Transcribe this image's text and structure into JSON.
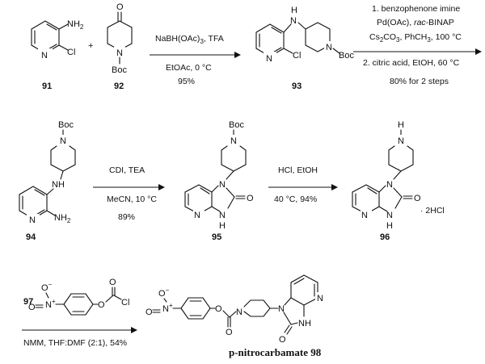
{
  "atoms": {
    "nh2": "NH",
    "two": "2",
    "n": "N",
    "cl": "Cl",
    "o": "O",
    "boc": "Boc",
    "h": "H",
    "nh": "NH",
    "no2_n": "N",
    "plus_charge": "+",
    "minus_charge": "−",
    "plus_sign": "+",
    "hcl_salt": "· 2HCl"
  },
  "compounds": {
    "c91": "91",
    "c92": "92",
    "c93": "93",
    "c94": "94",
    "c95": "95",
    "c96": "96",
    "c97": "97",
    "c98": "p-nitrocarbamate 98"
  },
  "steps": {
    "step1": {
      "reagent": "NaBH(OAc)3, TFA",
      "r_main": "NaBH(OAc)",
      "r_sub": "3",
      "r_tail": ", TFA",
      "solvent": "EtOAc, 0 °C",
      "yield": "95%"
    },
    "step2": {
      "line1": "1. benzophenone imine",
      "line2a": "Pd(OAc), ",
      "line2b": "rac",
      "line2c": "-BINAP",
      "line3a": "Cs",
      "line3b": "2",
      "line3c": "CO",
      "line3d": "3",
      "line3e": ", PhCH",
      "line3f": "3",
      "line3g": ", 100 °C",
      "line4": "2. citric acid, EtOH, 60 °C",
      "yield": "80% for 2 steps"
    },
    "step3": {
      "reagent": "CDI, TEA",
      "solvent": "MeCN, 10 °C",
      "yield": "89%"
    },
    "step4": {
      "reagent": "HCl, EtOH",
      "conditions": "40 °C, 94%"
    },
    "step5": {
      "conditions": "NMM, THF:DMF (2:1), 54%"
    }
  }
}
